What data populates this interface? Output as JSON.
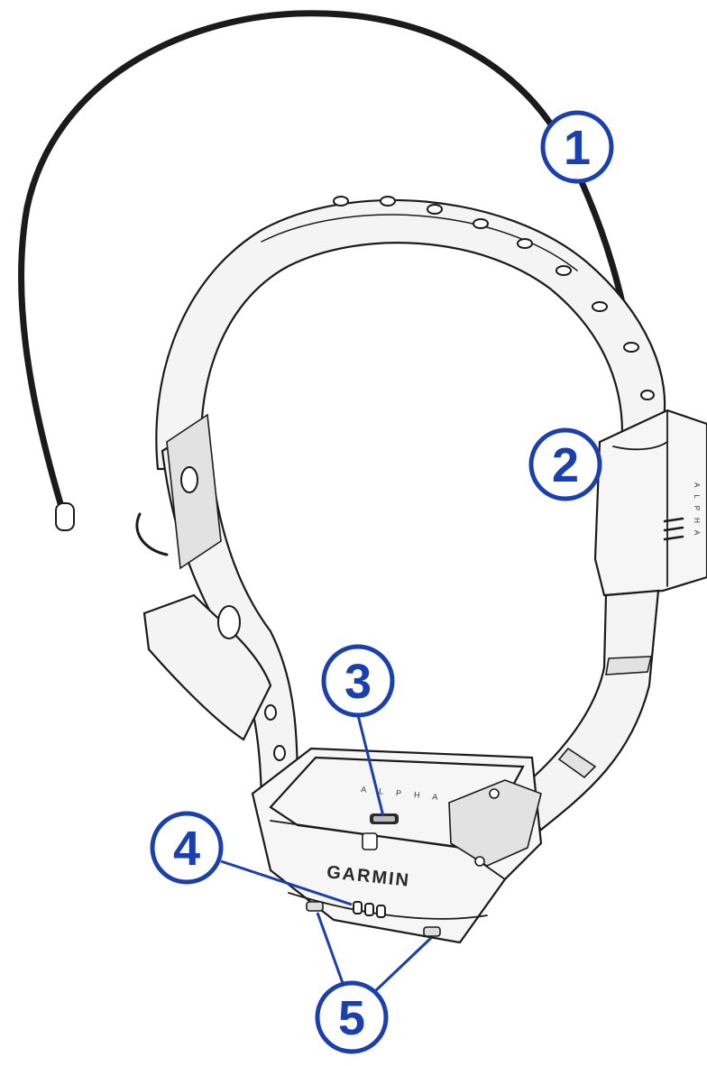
{
  "device": {
    "brand_text": "GARMIN",
    "model_text": "ALPHA",
    "side_text": "ALPHA"
  },
  "callouts": [
    {
      "id": "1",
      "label": "1"
    },
    {
      "id": "2",
      "label": "2"
    },
    {
      "id": "3",
      "label": "3"
    },
    {
      "id": "4",
      "label": "4"
    },
    {
      "id": "5",
      "label": "5"
    }
  ],
  "colors": {
    "callout": "#1a3fae",
    "outline": "#1b1b1b",
    "strap": "#f4f4f4"
  }
}
